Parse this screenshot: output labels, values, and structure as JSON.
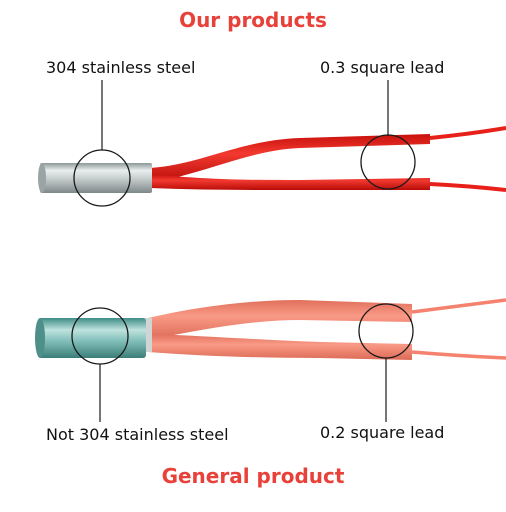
{
  "headings": {
    "top": "Our products",
    "bottom": "General product"
  },
  "labels": {
    "top_left": "304 stainless steel",
    "top_right": "0.3 square lead",
    "bottom_left": "Not 304 stainless steel",
    "bottom_right": "0.2 square lead"
  },
  "colors": {
    "heading": "#e8413a",
    "top_wire": "#e8201a",
    "bottom_wire": "#f4826e",
    "steel": "#c8cfcf",
    "green_steel": "#7fbcb7",
    "callout": "#1a1a1a"
  }
}
